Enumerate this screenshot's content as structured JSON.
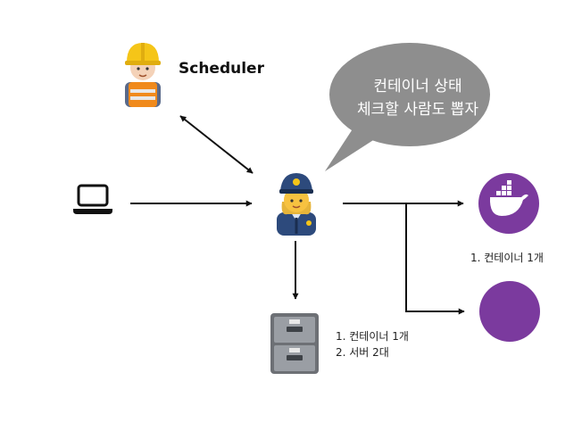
{
  "scheduler": {
    "label": "Scheduler",
    "icon": "construction-worker-icon"
  },
  "client": {
    "icon": "laptop-icon"
  },
  "manager": {
    "icon": "police-officer-icon"
  },
  "speech_bubble": {
    "line1": "컨테이너 상태",
    "line2": "체크할 사람도 뽑자",
    "color": "#8e8e8e"
  },
  "storage": {
    "icon": "file-cabinet-icon",
    "items": [
      "1. 컨테이너 1개",
      "2. 서버 2대"
    ]
  },
  "servers": {
    "color": "#7b3a9e",
    "docker_server": {
      "icon": "docker-whale-icon",
      "caption": "1. 컨테이너 1개"
    },
    "empty_server": {
      "icon": "server-circle-icon"
    }
  },
  "colors": {
    "arrow": "#111111"
  }
}
